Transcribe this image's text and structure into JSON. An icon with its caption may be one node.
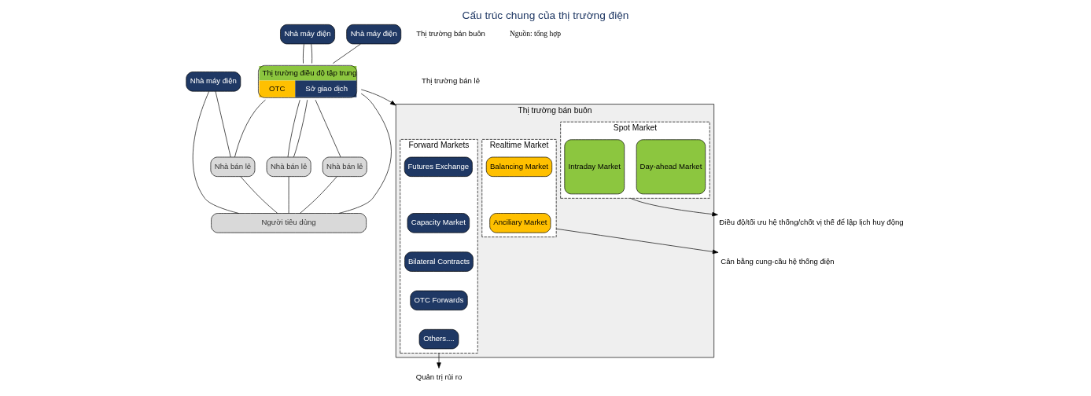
{
  "diagram": {
    "title": "Cấu trúc chung của thị trường điện",
    "caption": "Nguồn: tổng hợp",
    "nodes": [
      {
        "text": [
          "Nhà máy điện"
        ]
      },
      {
        "text": [
          "Nhà máy điện"
        ]
      },
      {
        "text": [
          "Nhà máy điện"
        ]
      },
      {
        "text": [
          "Thị trường điều độ tập trung",
          "OTC",
          "Sở giao dịch"
        ]
      },
      {
        "text": [
          "Nhà bán lẻ"
        ]
      },
      {
        "text": [
          "Nhà bán lẻ"
        ]
      },
      {
        "text": [
          "Nhà bán lẻ"
        ]
      },
      {
        "text": [
          "Người tiêu dùng"
        ]
      },
      {
        "text": [
          "Thị trường bán buôn"
        ]
      },
      {
        "text": [
          "Forward Markets"
        ],
        "in": 8
      },
      {
        "text": [
          "Futures Exchange"
        ],
        "in": 9
      },
      {
        "text": [
          "Capacity Market"
        ],
        "in": 9
      },
      {
        "text": [
          "Bilateral Contracts"
        ],
        "in": 9
      },
      {
        "text": [
          "OTC Forwards"
        ],
        "in": 9
      },
      {
        "text": [
          "Others...."
        ],
        "in": 9
      },
      {
        "text": [
          "Spot Market"
        ],
        "in": 8
      },
      {
        "text": [
          "Day-ahead Market"
        ],
        "in": 15
      },
      {
        "text": [
          "Intraday Market"
        ],
        "in": 15
      },
      {
        "text": [
          "Realtime Market"
        ],
        "in": 8
      },
      {
        "text": [
          "Balancing Market"
        ],
        "in": 18
      },
      {
        "text": [
          "Anciliary Market"
        ],
        "in": 18
      },
      {
        "text": [
          "Quản trị rủi ro"
        ]
      },
      {
        "text": [
          "Điều độ/tối ưu hệ thống/chốt vị thế để lập lịch huy động"
        ]
      },
      {
        "text": [
          "Cân bằng cung-cầu hệ thống điện"
        ]
      }
    ],
    "edges": [
      {
        "from": 0,
        "to": 7,
        "arrow": "none"
      },
      {
        "from": 0,
        "to": 4,
        "arrow": "none"
      },
      {
        "from": 1,
        "to": 3,
        "arrow": "none"
      },
      {
        "from": 1,
        "to": 3,
        "arrow": "none"
      },
      {
        "from": 2,
        "to": 3,
        "arrow": "none"
      },
      {
        "from": 3,
        "to": 4,
        "arrow": "none"
      },
      {
        "from": 3,
        "to": 5,
        "arrow": "none"
      },
      {
        "from": 3,
        "to": 5,
        "arrow": "none"
      },
      {
        "from": 3,
        "to": 7,
        "arrow": "none"
      },
      {
        "from": 3,
        "to": 6,
        "arrow": "none"
      },
      {
        "from": 4,
        "to": 7,
        "arrow": "none"
      },
      {
        "from": 5,
        "to": 7,
        "arrow": "none"
      },
      {
        "from": 6,
        "to": 7,
        "arrow": "none"
      },
      {
        "from": 3,
        "to": 8,
        "arrow": "to"
      },
      {
        "from": 9,
        "to": 21,
        "arrow": "to"
      },
      {
        "from": 15,
        "to": 22,
        "arrow": "to"
      },
      {
        "from": 18,
        "to": 23,
        "arrow": "to"
      }
    ],
    "labels": [
      "Thị trường bán buôn",
      "Thị trường bán lẻ"
    ]
  }
}
